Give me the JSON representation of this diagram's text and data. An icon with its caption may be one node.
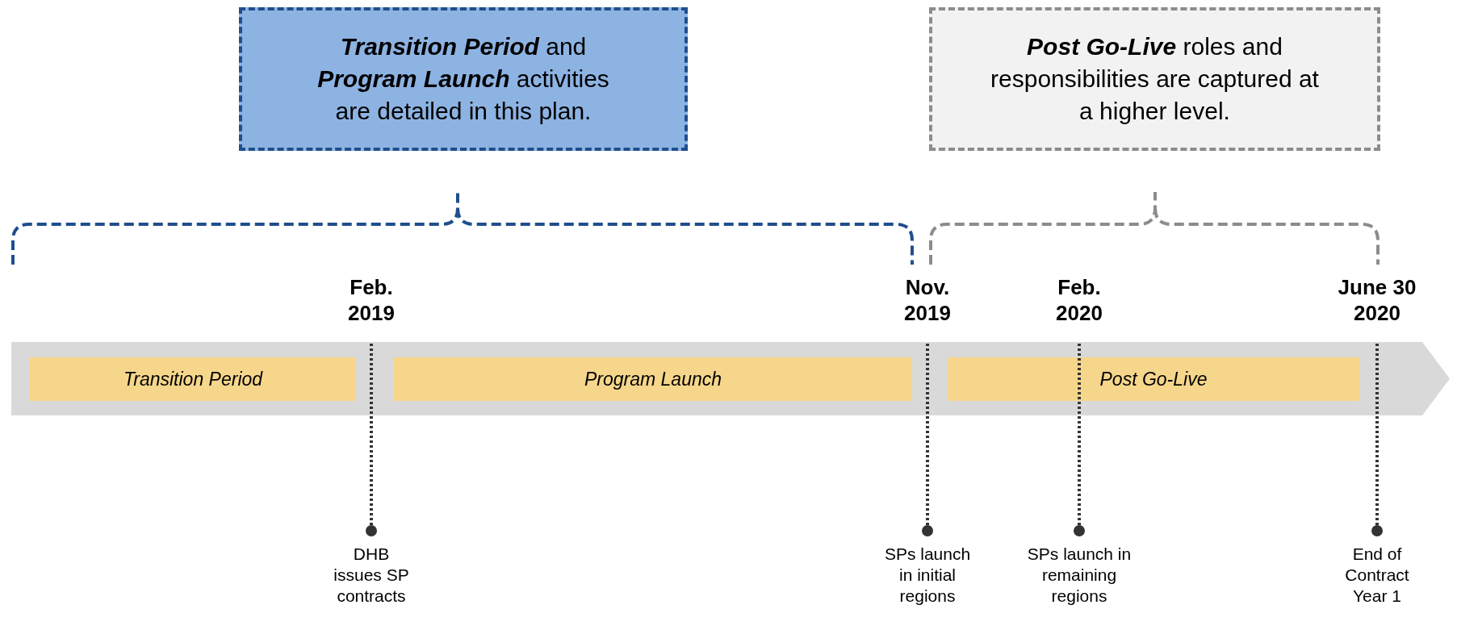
{
  "diagram": {
    "nodes": [
      {
        "text": [
          "**Transition Period** and **Program Launch** activities are detailed in this plan."
        ]
      },
      {
        "text": [
          "**Post Go-Live** roles and responsibilities are captured at a higher level."
        ]
      },
      {
        "text": [],
        "shape": "arrow"
      },
      {
        "text": [
          "Transition Period"
        ],
        "in": 2
      },
      {
        "text": [
          "Program Launch"
        ],
        "in": 2
      },
      {
        "text": [
          "Post Go-Live"
        ],
        "in": 2
      }
    ],
    "labels": [
      "Feb. 2019",
      "Nov. 2019",
      "Feb. 2020",
      "June 30 2020",
      "DHB issues SP contracts",
      "SPs launch in initial regions",
      "SPs launch in remaining regions",
      "End of Contract Year 1"
    ]
  }
}
